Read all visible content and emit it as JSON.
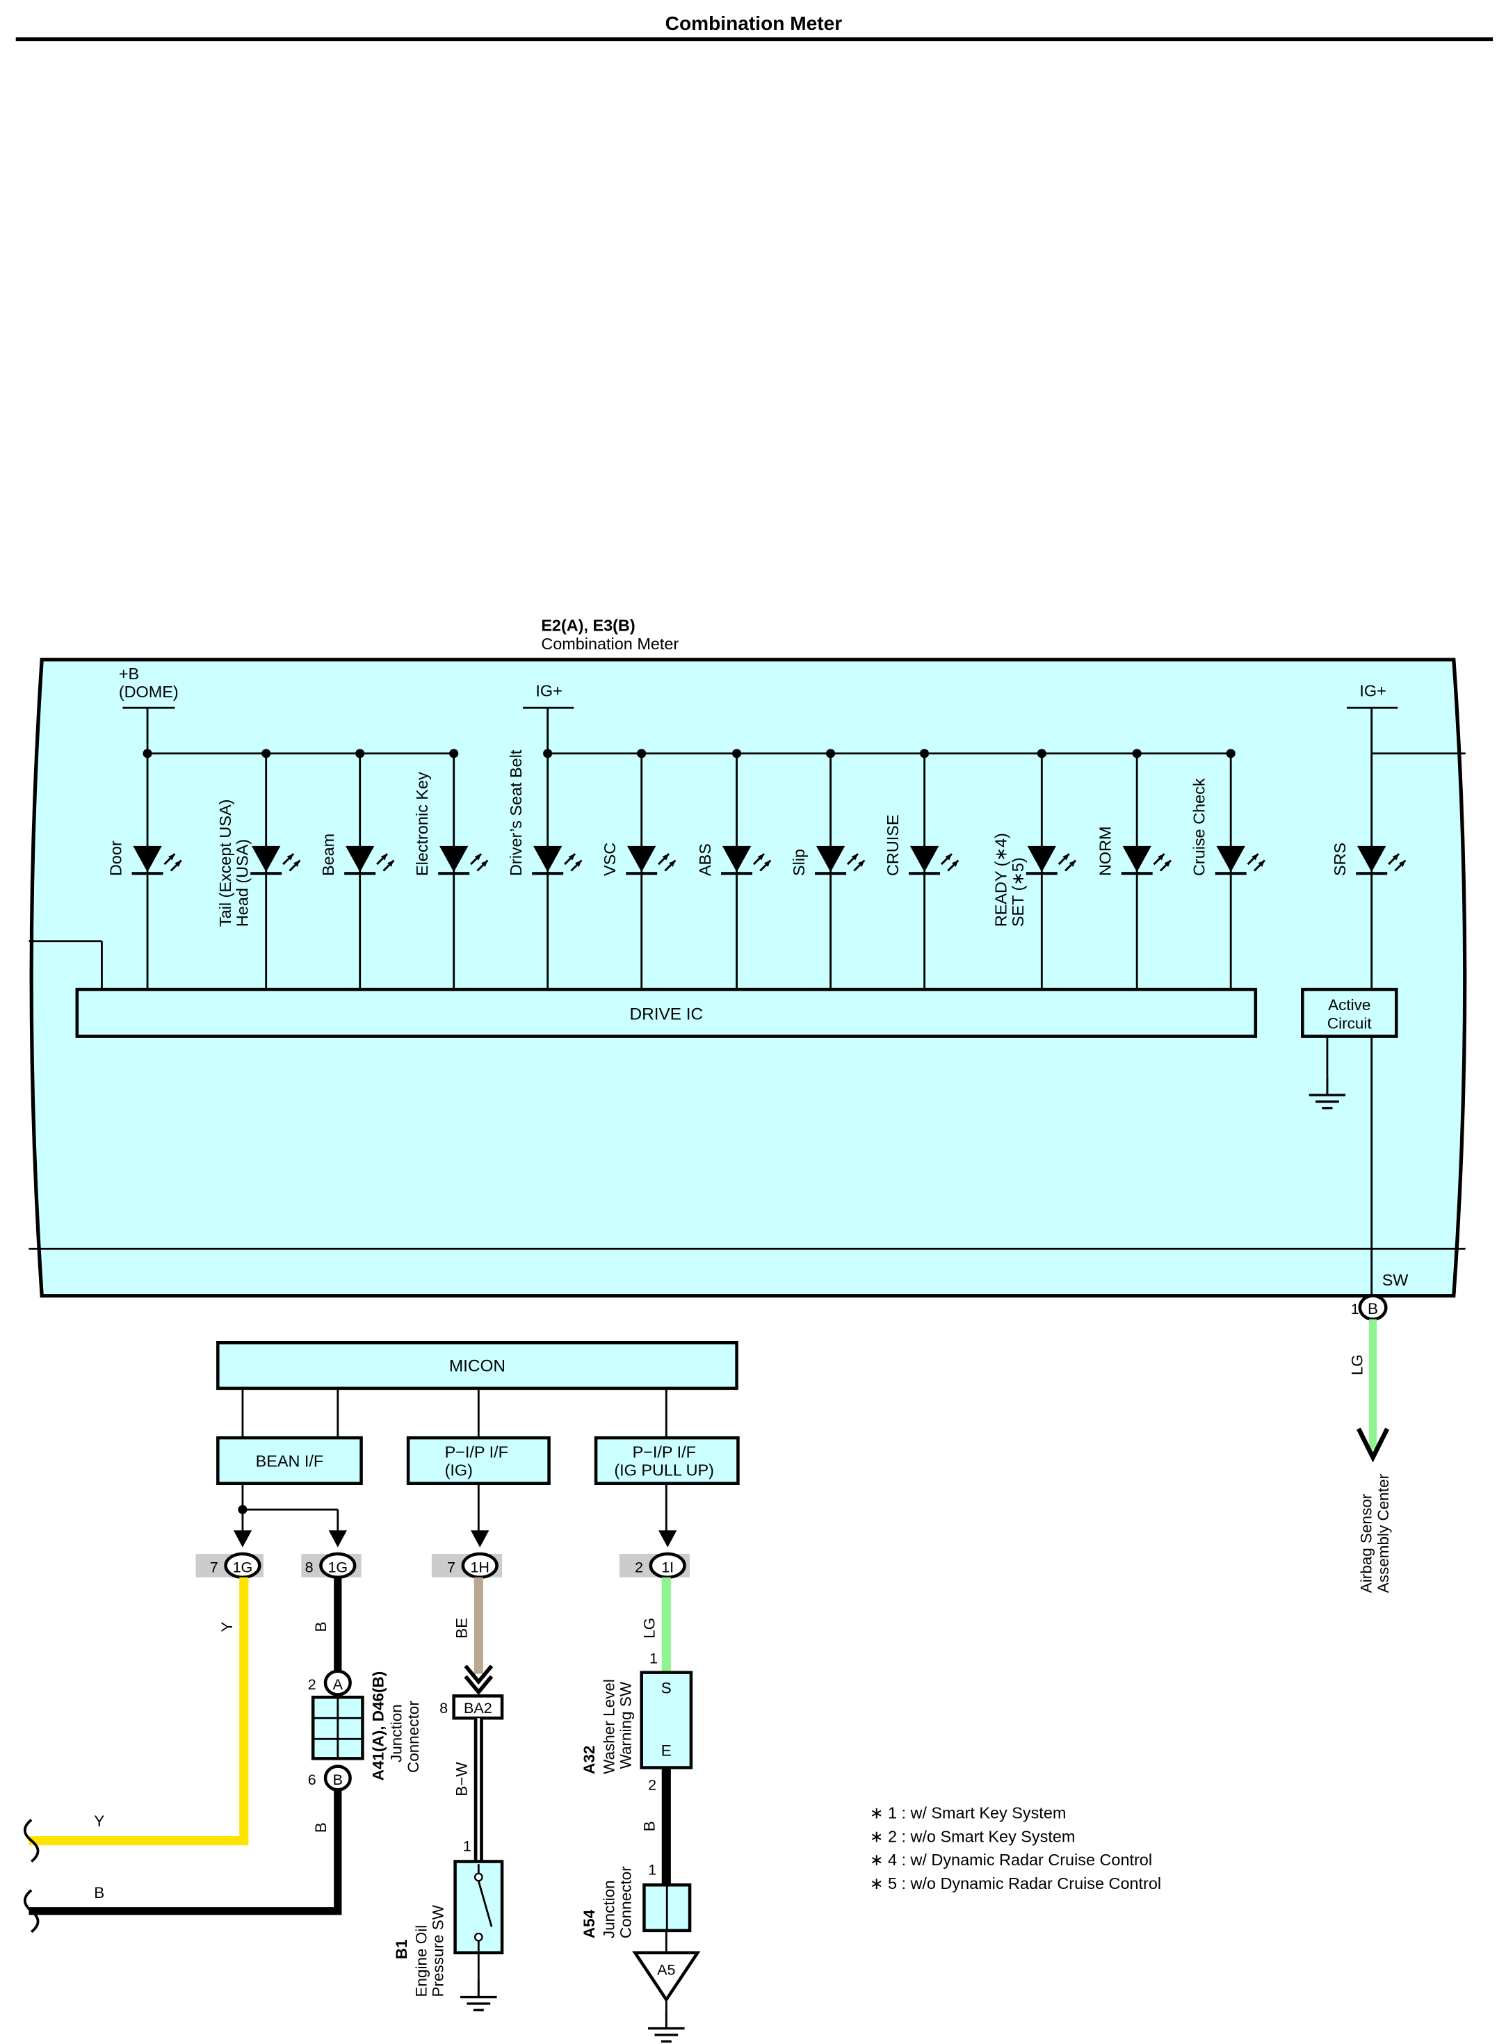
{
  "title": "Combination Meter",
  "meter": {
    "code": "E2(A), E3(B)",
    "name": "Combination Meter",
    "dome_line1": "+B",
    "dome_line2": "(DOME)",
    "ig_left": "IG+",
    "ig_right": "IG+",
    "drive_ic": "DRIVE IC",
    "active_line1": "Active",
    "active_line2": "Circuit",
    "sw": "SW",
    "sw_pin": "1",
    "sw_conn": "B"
  },
  "leds": [
    {
      "lines": [
        "Door"
      ]
    },
    {
      "lines": [
        "Tail (Except USA)",
        "Head (USA)"
      ]
    },
    {
      "lines": [
        "Beam"
      ]
    },
    {
      "lines": [
        "Electronic Key"
      ]
    },
    {
      "lines": [
        "Driver’s Seat Belt"
      ]
    },
    {
      "lines": [
        "VSC"
      ]
    },
    {
      "lines": [
        "ABS"
      ]
    },
    {
      "lines": [
        "Slip"
      ]
    },
    {
      "lines": [
        "CRUISE"
      ]
    },
    {
      "lines": [
        "READY (∗4)",
        "SET (∗5)"
      ]
    },
    {
      "lines": [
        "NORM"
      ]
    },
    {
      "lines": [
        "Cruise Check"
      ]
    },
    {
      "lines": [
        "SRS"
      ]
    }
  ],
  "micon": {
    "label": "MICON",
    "bean": "BEAN I/F",
    "pip_ig_line1": "P−I/P I/F",
    "pip_ig_line2": "(IG)",
    "pip_pull_line1": "P−I/P I/F",
    "pip_pull_line2": "(IG PULL UP)"
  },
  "pins": [
    {
      "num": "7",
      "conn": "1G"
    },
    {
      "num": "8",
      "conn": "1G"
    },
    {
      "num": "7",
      "conn": "1H"
    },
    {
      "num": "2",
      "conn": "1I"
    }
  ],
  "wire_labels": {
    "lg_top": "LG",
    "y": "Y",
    "b": "B",
    "be": "BE",
    "lg": "LG",
    "bw": "B−W",
    "b_washer": "B",
    "b_junction": "B",
    "y_bottom": "Y",
    "b_bottom": "B"
  },
  "airbag": {
    "line1": "Airbag Sensor",
    "line2": "Assembly Center"
  },
  "junction_a41": {
    "code": "A41(A), D46(B)",
    "line1": "Junction",
    "line2": "Connector",
    "pin_top": "2",
    "conn_top": "A",
    "pin_bot": "6",
    "conn_bot": "B"
  },
  "ba2": {
    "pin": "8",
    "label": "BA2"
  },
  "b1": {
    "code": "B1",
    "line1": "Engine Oil",
    "line2": "Pressure SW",
    "pin": "1"
  },
  "a32": {
    "code": "A32",
    "line1": "Washer Level",
    "line2": "Warning SW",
    "pin_top": "1",
    "s": "S",
    "e": "E",
    "pin_bot": "2"
  },
  "a54": {
    "code": "A54",
    "line1": "Junction",
    "line2": "Connector",
    "pin": "1",
    "ground": "A5"
  },
  "notes": [
    "∗ 1 : w/ Smart Key System",
    "∗ 2 : w/o Smart Key System",
    "∗ 4 : w/ Dynamic Radar Cruise Control",
    "∗ 5 : w/o Dynamic Radar Cruise Control"
  ],
  "colors": {
    "panel": "#ccffff",
    "yellow": "#ffe400",
    "green": "#8ef58e",
    "tan": "#b9a794",
    "pin_bar": "#cccccc"
  }
}
